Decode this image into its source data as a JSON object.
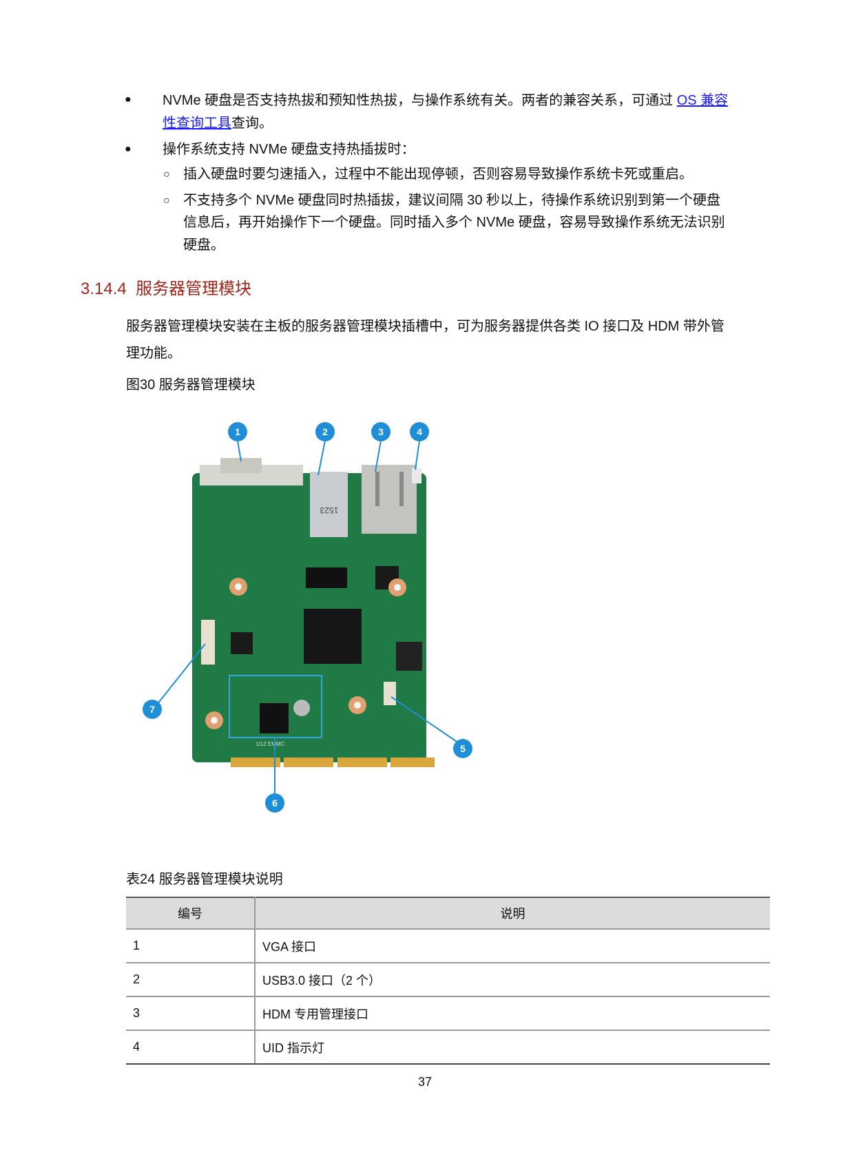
{
  "bullets": [
    {
      "text_before": "NVMe 硬盘是否支持热拔和预知性热拔，与操作系统有关。两者的兼容关系，可通过 ",
      "link_line1": "OS 兼容",
      "link_line2": "性查询工具",
      "text_after": "查询。"
    },
    {
      "text": "操作系统支持 NVMe 硬盘支持热插拔时："
    }
  ],
  "sub_bullets": [
    {
      "lines": [
        "插入硬盘时要匀速插入，过程中不能出现停顿，否则容易导致操作系统卡死或重启。"
      ]
    },
    {
      "lines": [
        "不支持多个 NVMe 硬盘同时热插拔，建议间隔 30 秒以上，待操作系统识别到第一个硬盘",
        "信息后，再开始操作下一个硬盘。同时插入多个 NVMe 硬盘，容易导致操作系统无法识别",
        "硬盘。"
      ]
    }
  ],
  "section": {
    "number": "3.14.4",
    "title": "服务器管理模块"
  },
  "paragraph": [
    "服务器管理模块安装在主板的服务器管理模块插槽中，可为服务器提供各类 IO 接口及 HDM 带外管",
    "理功能。"
  ],
  "figure_caption": "图30 服务器管理模块",
  "figure_callouts": [
    "1",
    "2",
    "3",
    "4",
    "5",
    "6",
    "7"
  ],
  "figure_board_text": [
    "1523",
    "U12 EMMC"
  ],
  "table_caption": "表24 服务器管理模块说明",
  "table": {
    "headers": [
      "编号",
      "说明"
    ],
    "rows": [
      [
        "1",
        "VGA 接口"
      ],
      [
        "2",
        "USB3.0 接口（2 个）"
      ],
      [
        "3",
        "HDM 专用管理接口"
      ],
      [
        "4",
        "UID 指示灯"
      ]
    ]
  },
  "page_number": "37",
  "colors": {
    "heading": "#a02418",
    "link": "#1a1aff",
    "callout": "#1e8fd6",
    "pcb": "#1f7a45"
  }
}
